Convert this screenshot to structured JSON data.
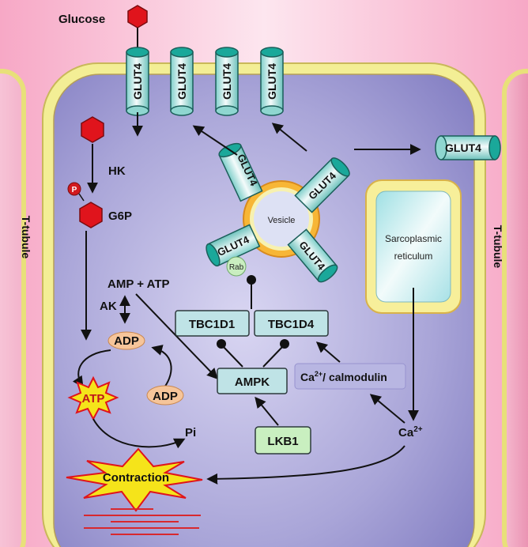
{
  "labels": {
    "glucose": "Glucose",
    "glut4": "GLUT4",
    "hk": "HK",
    "p": "P",
    "g6p": "G6P",
    "t_tubule_left": "T-tubule",
    "t_tubule_right": "T-tubule",
    "vesicle": "Vesicle",
    "rab": "Rab",
    "sarcoplasmic_line1": "Sarcoplasmic",
    "sarcoplasmic_line2": "reticulum",
    "amp_atp": "AMP + ATP",
    "ak": "AK",
    "adp_top": "ADP",
    "atp": "ATP",
    "adp_small": "ADP",
    "pi": "Pi",
    "contraction": "Contraction",
    "tbc1d1": "TBC1D1",
    "tbc1d4": "TBC1D4",
    "ampk": "AMPK",
    "lkb1": "LKB1",
    "ca_prefix": "Ca",
    "ca_sup": "2+",
    "calmodulin": "/ calmodulin",
    "ca2_prefix": "Ca",
    "ca2_sup": "2+"
  },
  "colors": {
    "cell_fill": "#a7a3d6",
    "membrane": "#f4ef9a",
    "t_tubule": "#e87aa0",
    "glut4_teal": "#1aa89a",
    "glucose_red": "#e0141c",
    "protein_box": "#bfe3e6",
    "lkb1_box": "#c9efc0",
    "adp_fill": "#f6c59a"
  }
}
